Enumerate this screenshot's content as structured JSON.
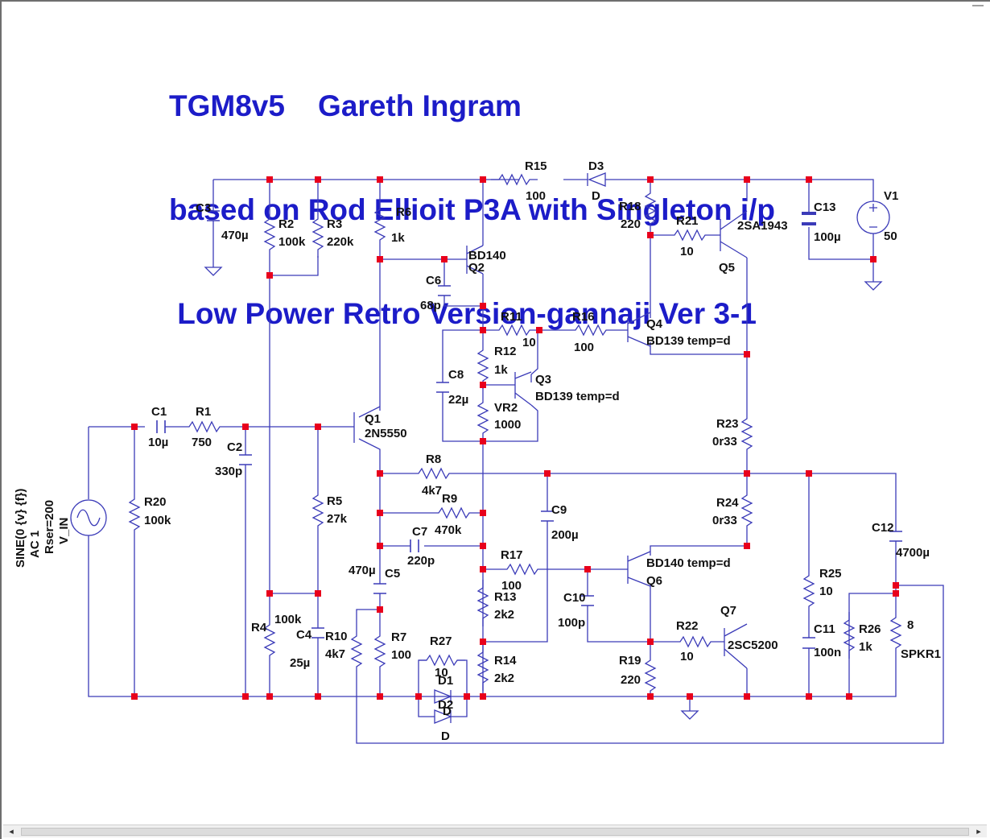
{
  "title": {
    "line1": "TGM8v5    Gareth Ingram",
    "line2": "based on Rod Ellioit P3A with Singleton i/p",
    "line3": " Low Power Retro Version-gannaji Ver 3-1"
  },
  "labels": {
    "r15": "R15",
    "r15v": "100",
    "d3": "D3",
    "d3v": "D",
    "v1": "V1",
    "v1v": "50",
    "c13": "C13",
    "c13v": "100µ",
    "r18": "R18",
    "r18v": "220",
    "r21": "R21",
    "r21v": "10",
    "q5m": "2SA1943",
    "q5": "Q5",
    "c3": "C3",
    "c3v": "470µ",
    "r2": "R2",
    "r2v": "100k",
    "r3": "R3",
    "r3v": "220k",
    "r6": "R6",
    "r6v": "1k",
    "q2m": "BD140",
    "q2": "Q2",
    "c6": "C6",
    "c6v": "68p",
    "r11": "R11",
    "r11v": "10",
    "r16": "R16",
    "r16v": "100",
    "q4": "Q4",
    "q4m": "BD139 temp=d",
    "r12": "R12",
    "r12v": "1k",
    "c8": "C8",
    "c8v": "22µ",
    "q3": "Q3",
    "q3m": "BD139 temp=d",
    "vr2": "VR2",
    "vr2v": "1000",
    "r23": "R23",
    "r23v": "0r33",
    "c1": "C1",
    "c1v": "10µ",
    "r1": "R1",
    "r1v": "750",
    "q1": "Q1",
    "q1m": "2N5550",
    "c2": "C2",
    "c2v": "330p",
    "r8": "R8",
    "r8v": "4k7",
    "r9": "R9",
    "r9v": "470k",
    "c9": "C9",
    "c9v": "200µ",
    "r24": "R24",
    "r24v": "0r33",
    "c12": "C12",
    "c12v": "4700µ",
    "src1": "SINE(0 {v} {f})",
    "src2": "AC 1",
    "src3": "Rser=200",
    "src4": "V_IN",
    "r20": "R20",
    "r20v": "100k",
    "r5": "R5",
    "r5v": "27k",
    "c7": "C7",
    "c7v": "220p",
    "r17": "R17",
    "r17v": "100",
    "q6m": "BD140 temp=d",
    "q6": "Q6",
    "c5v": "470µ",
    "c5": "C5",
    "r13": "R13",
    "r13v": "2k2",
    "c10": "C10",
    "c10v": "100p",
    "r25": "R25",
    "r25v": "10",
    "r4": "R4",
    "r4v": "100k",
    "c4": "C4",
    "c4v": "25µ",
    "r10": "R10",
    "r10v": "4k7",
    "r7": "R7",
    "r7v": "100",
    "r27": "R27",
    "r27v": "10",
    "d1": "D1",
    "d2": "D2",
    "d1v": "D",
    "d2v": "D",
    "q7": "Q7",
    "q7m": "2SC5200",
    "r22": "R22",
    "r22v": "10",
    "c11": "C11",
    "c11v": "100n",
    "r26": "R26",
    "r26v": "1k",
    "spk": "8",
    "spkn": "SPKR1",
    "r14": "R14",
    "r14v": "2k2",
    "r19": "R19",
    "r19v": "220"
  },
  "colors": {
    "wire": "#3b3bb8",
    "node": "#e8001c",
    "title": "#1c1cc8"
  },
  "scrollbar": {
    "left_icon": "arrow-left-icon",
    "right_icon": "arrow-right-icon"
  }
}
